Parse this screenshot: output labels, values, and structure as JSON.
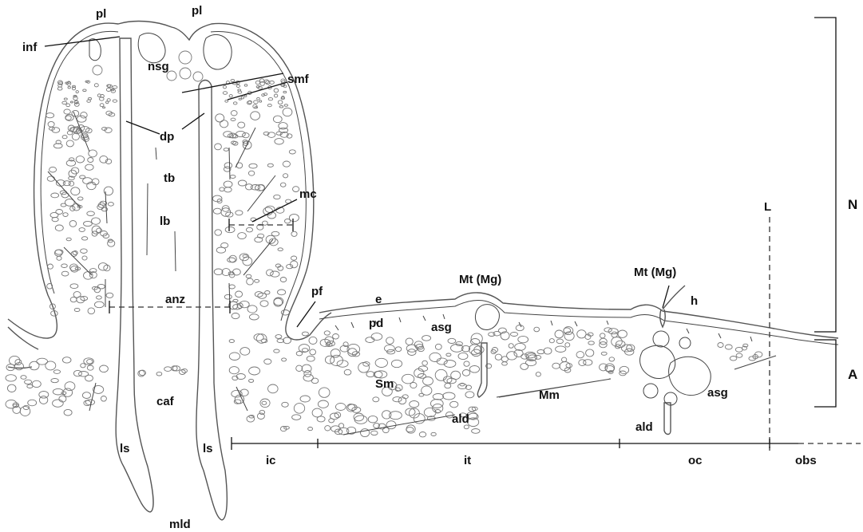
{
  "labels": {
    "pl_left": "pl",
    "pl_right": "pl",
    "inf": "inf",
    "nsg": "nsg",
    "smf": "smf",
    "dp": "dp",
    "tb": "tb",
    "lb": "lb",
    "mc": "mc",
    "anz": "anz",
    "pf": "pf",
    "e": "e",
    "pd": "pd",
    "mt_mg_1": "Mt (Mg)",
    "mt_mg_2": "Mt (Mg)",
    "h": "h",
    "asg_1": "asg",
    "asg_2": "asg",
    "L": "L",
    "caf": "caf",
    "Sm": "Sm",
    "Mm": "Mm",
    "ald_1": "ald",
    "ald_2": "ald",
    "ls_left": "ls",
    "ls_right": "ls",
    "mld": "mld",
    "ic": "ic",
    "it": "it",
    "oc": "oc",
    "obs": "obs",
    "N": "N",
    "A": "A"
  }
}
